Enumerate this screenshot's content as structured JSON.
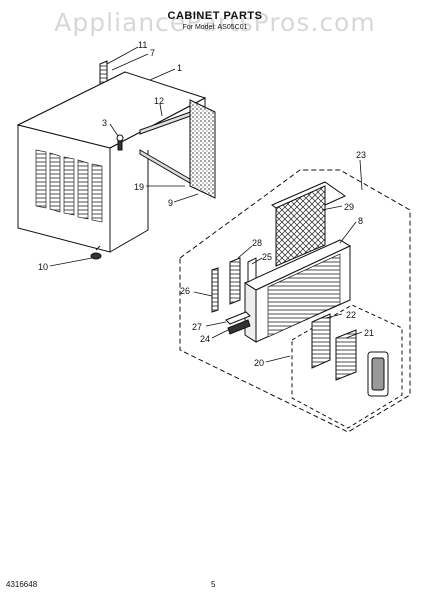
{
  "watermark": "AppliancePartsPros.com",
  "header": {
    "title": "CABINET PARTS",
    "subtitle": "For Model: AS05C01"
  },
  "footer": {
    "doc_number": "4316648",
    "page_number": "5"
  },
  "callouts": [
    "1",
    "3",
    "7",
    "8",
    "9",
    "10",
    "11",
    "12",
    "19",
    "20",
    "21",
    "22",
    "23",
    "24",
    "25",
    "26",
    "27",
    "28",
    "29"
  ]
}
